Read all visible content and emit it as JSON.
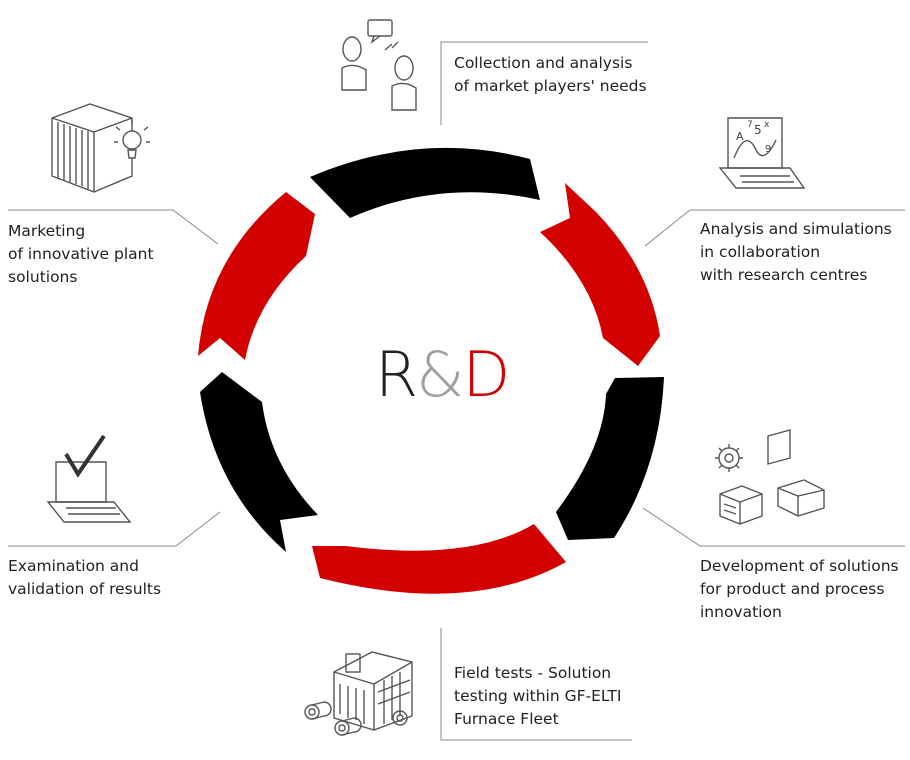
{
  "center": {
    "title_parts": [
      "R",
      "&",
      "D"
    ],
    "colors": {
      "R": "#222222",
      "&": "#9e9e9e",
      "D": "#d30000"
    }
  },
  "steps": [
    {
      "label": "Collection and analysis\nof market players' needs",
      "segment_color": "#000000",
      "icon": "people-discussion-icon"
    },
    {
      "label": "Analysis and simulations\nin collaboration\nwith research centres",
      "segment_color": "#d30000",
      "icon": "laptop-formula-icon"
    },
    {
      "label": "Development of solutions\nfor product and process\ninnovation",
      "segment_color": "#000000",
      "icon": "gear-boxes-icon"
    },
    {
      "label": "Field tests - Solution\ntesting within GF-ELTI\nFurnace Fleet",
      "segment_color": "#d30000",
      "icon": "furnace-plant-icon"
    },
    {
      "label": "Examination and\nvalidation of results",
      "segment_color": "#000000",
      "icon": "laptop-check-icon"
    },
    {
      "label": "Marketing\nof innovative plant\nsolutions",
      "segment_color": "#d30000",
      "icon": "lightbulb-plant-icon"
    }
  ],
  "icon_formula_text": {
    "a": "A",
    "seven": "7",
    "five": "5",
    "x": "x",
    "nine": "9"
  }
}
